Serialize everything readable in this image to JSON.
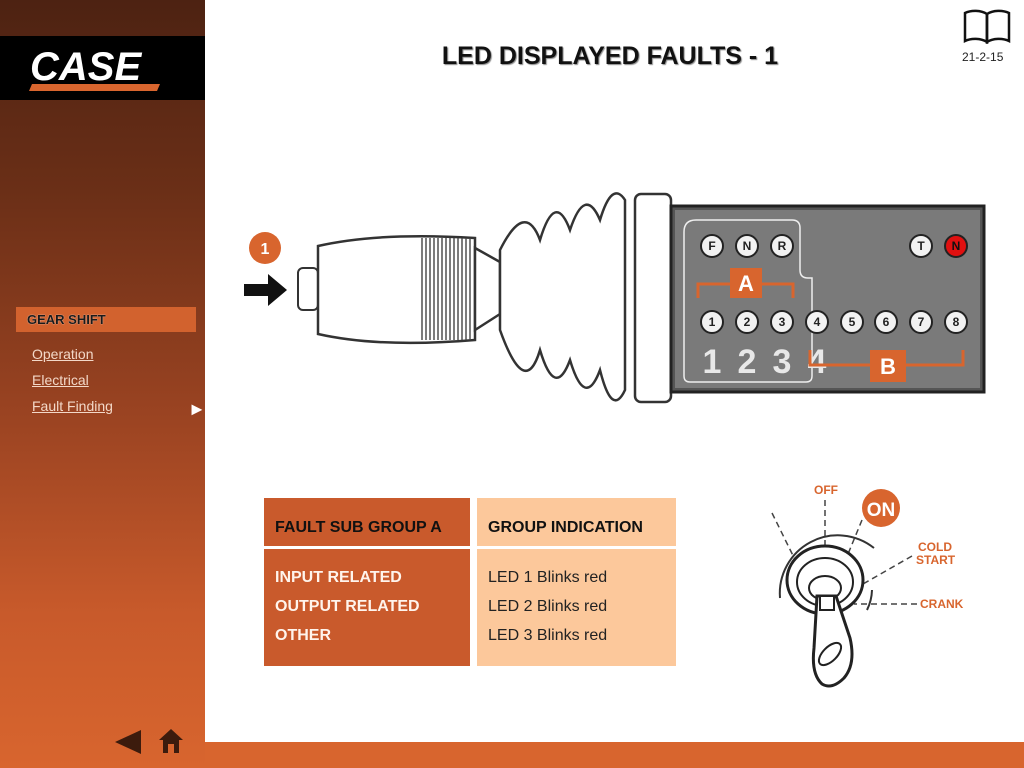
{
  "brand": {
    "logo_text": "CASE"
  },
  "header": {
    "title": "LED DISPLAYED FAULTS - 1",
    "page_number": "21-2-15"
  },
  "sidebar": {
    "section": "GEAR SHIFT",
    "links": [
      {
        "label": "Operation"
      },
      {
        "label": "Electrical"
      },
      {
        "label": "Fault Finding"
      }
    ],
    "arrow": "►"
  },
  "illustration": {
    "callout": "1",
    "top_leds": [
      "F",
      "N",
      "R"
    ],
    "mode_leds": [
      "T",
      "N"
    ],
    "bottom_leds": [
      "1",
      "2",
      "3",
      "4",
      "5",
      "6",
      "7",
      "8"
    ],
    "gear_numbers": [
      "1",
      "2",
      "3",
      "4"
    ],
    "group_a_label": "A",
    "group_b_label": "B"
  },
  "table": {
    "col_a_header": "FAULT SUB GROUP A",
    "col_b_header": "GROUP INDICATION",
    "rows": [
      {
        "group": "INPUT RELATED",
        "indication": "LED 1 Blinks red"
      },
      {
        "group": "OUTPUT RELATED",
        "indication": "LED 2 Blinks red"
      },
      {
        "group": "OTHER",
        "indication": "LED 3 Blinks red"
      }
    ]
  },
  "ignition": {
    "off": "OFF",
    "on": "ON",
    "cold": "COLD",
    "start": "START",
    "crank": "CRANK"
  },
  "colors": {
    "accent": "#d8652e",
    "table_dark": "#c95a2c",
    "table_light": "#fcc89b",
    "led_red": "#e01010"
  }
}
